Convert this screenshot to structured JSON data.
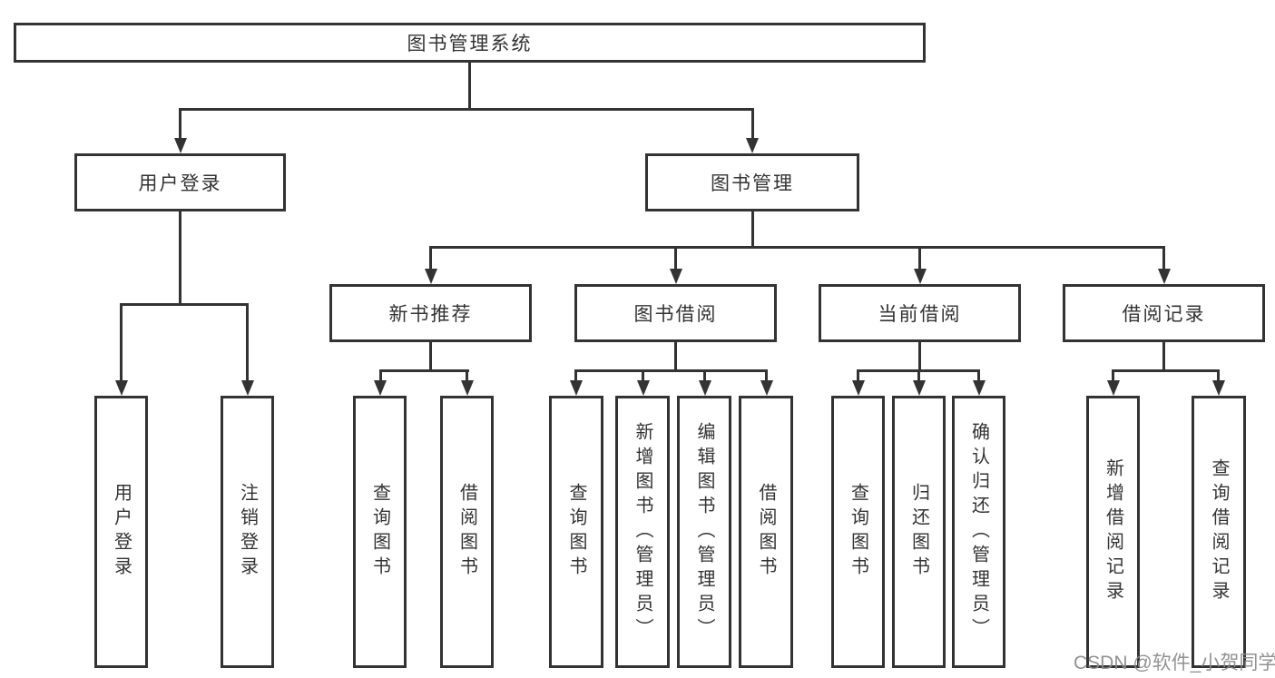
{
  "tree": {
    "root": "图书管理系统",
    "user_login": {
      "label": "用户登录",
      "children": [
        "用户登录",
        "注销登录"
      ]
    },
    "book_mgmt": {
      "label": "图书管理",
      "children": [
        {
          "label": "新书推荐",
          "children": [
            "查询图书",
            "借阅图书"
          ]
        },
        {
          "label": "图书借阅",
          "children": [
            "查询图书",
            "新增图书（管理员）",
            "编辑图书（管理员）",
            "借阅图书"
          ]
        },
        {
          "label": "当前借阅",
          "children": [
            "查询图书",
            "归还图书",
            "确认归还（管理员）"
          ]
        },
        {
          "label": "借阅记录",
          "children": [
            "新增借阅记录",
            "查询借阅记录"
          ]
        }
      ]
    }
  },
  "watermark": "CSDN @软件_小贺同学",
  "colors": {
    "line": "#333333",
    "text": "#333333",
    "background": "#ffffff",
    "watermark_text": "#8c8c8c"
  }
}
